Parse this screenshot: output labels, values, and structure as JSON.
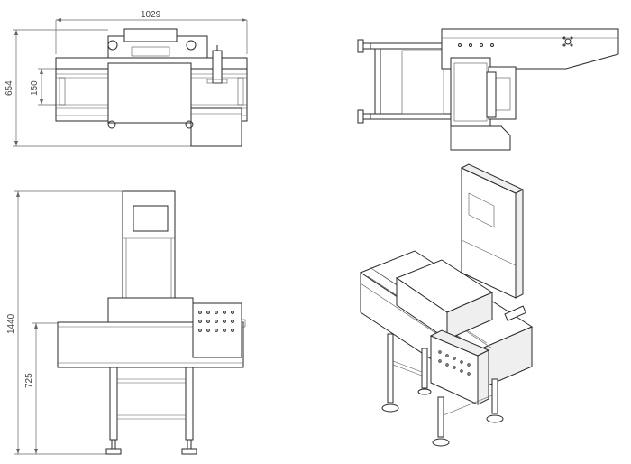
{
  "dimensions": {
    "width_top": "1029",
    "depth_top": "654",
    "conveyor_width": "150",
    "height_total": "1440",
    "conveyor_height": "725"
  }
}
